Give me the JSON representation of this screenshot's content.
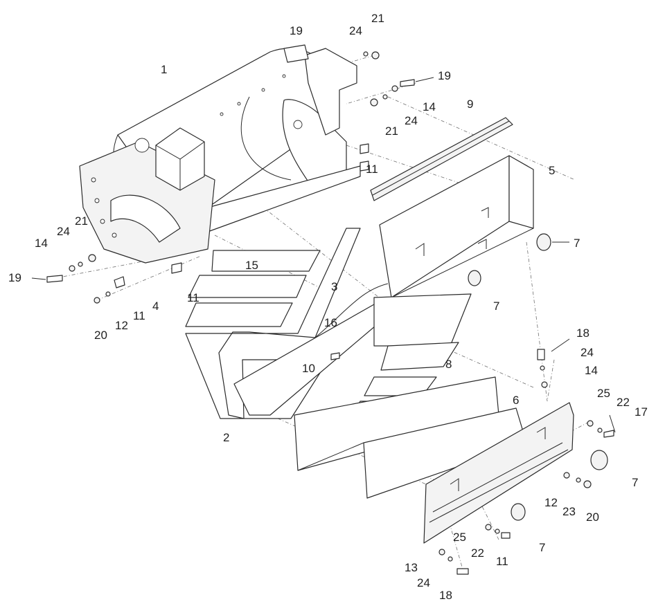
{
  "colors": {
    "line": "#2a2a2a",
    "leader": "#6f6f6f",
    "background": "#ffffff"
  },
  "callouts": {
    "c1": "1",
    "c2": "2",
    "c3": "3",
    "c4": "4",
    "c5": "5",
    "c6": "6",
    "c7a": "7",
    "c7b": "7",
    "c7c": "7",
    "c7d": "7",
    "c8": "8",
    "c9": "9",
    "c10": "10",
    "c11a": "11",
    "c11b": "11",
    "c11c": "11",
    "c11d": "11",
    "c12a": "12",
    "c12b": "12",
    "c13": "13",
    "c14a": "14",
    "c14b": "14",
    "c14c": "14",
    "c15": "15",
    "c16": "16",
    "c17": "17",
    "c18a": "18",
    "c18b": "18",
    "c19a": "19",
    "c19b": "19",
    "c19c": "19",
    "c20a": "20",
    "c20b": "20",
    "c21a": "21",
    "c21b": "21",
    "c21c": "21",
    "c22a": "22",
    "c22b": "22",
    "c23": "23",
    "c24a": "24",
    "c24b": "24",
    "c24c": "24",
    "c24d": "24",
    "c24e": "24",
    "c25a": "25",
    "c25b": "25"
  }
}
